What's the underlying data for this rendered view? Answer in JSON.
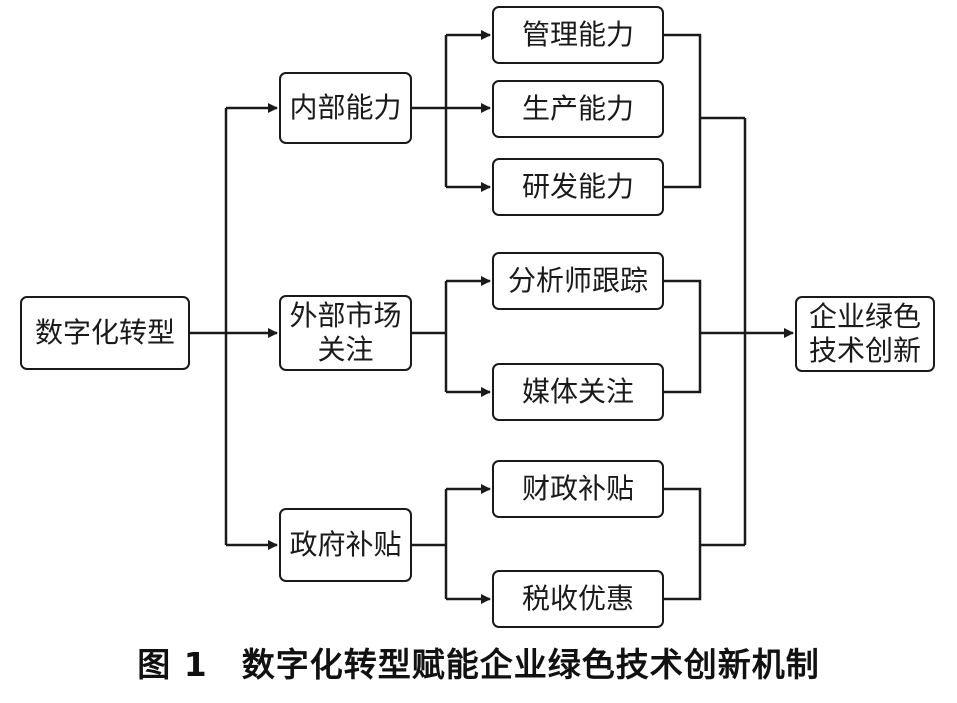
{
  "nodes": {
    "digital_transformation": "数字化转型",
    "internal_capability": "内部能力",
    "external_attention": "外部市场\n关注",
    "government_subsidy": "政府补贴",
    "management_capability": "管理能力",
    "production_capability": "生产能力",
    "rd_capability": "研发能力",
    "analyst_tracking": "分析师跟踪",
    "media_attention": "媒体关注",
    "fiscal_subsidy": "财政补贴",
    "tax_incentive": "税收优惠",
    "green_innovation": "企业绿色\n技术创新"
  },
  "caption": {
    "figure_number": "图 1",
    "title": "数字化转型赋能企业绿色技术创新机制"
  },
  "colors": {
    "line": "#1a1a1a",
    "background": "#ffffff"
  }
}
